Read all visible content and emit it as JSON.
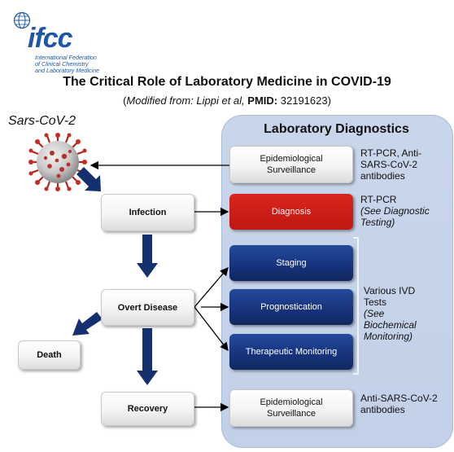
{
  "logo": {
    "wordmark": "ifcc",
    "org_lines": [
      "International Federation",
      "of Clinical Chemistry",
      "and Laboratory Medicine"
    ]
  },
  "title": "The Critical Role of Laboratory Medicine in COVID-19",
  "subtitle": {
    "open": "(",
    "modified": "Modified from: Lippi et al,",
    "pmid_label": "PMID:",
    "pmid_value": "32191623)"
  },
  "virus_label": "Sars-CoV-2",
  "lab_panel_title": "Laboratory Diagnostics",
  "flow": {
    "infection": "Infection",
    "overt_disease": "Overt Disease",
    "death": "Death",
    "recovery": "Recovery"
  },
  "lab_boxes": {
    "epi_top": "Epidemiological Surveillance",
    "diagnosis": "Diagnosis",
    "staging": "Staging",
    "prognostication": "Prognostication",
    "therapeutic": "Therapeutic Monitoring",
    "epi_bottom": "Epidemiological Surveillance"
  },
  "side_notes": {
    "epi_top_note": "RT-PCR, Anti-SARS-CoV-2 antibodies",
    "diag_line1": "RT-PCR",
    "diag_line2": "(See Diagnostic Testing)",
    "ivd_line1": "Various IVD Tests",
    "ivd_line2": "(See Biochemical Monitoring)",
    "epi_bottom_note": "Anti-SARS-CoV-2 antibodies"
  },
  "colors": {
    "panel": "#c5d3e9",
    "diagnosis_red": "#cc1f18",
    "navy": "#17327a",
    "arrow_navy": "#15306e",
    "logo_blue": "#1f57a8"
  }
}
